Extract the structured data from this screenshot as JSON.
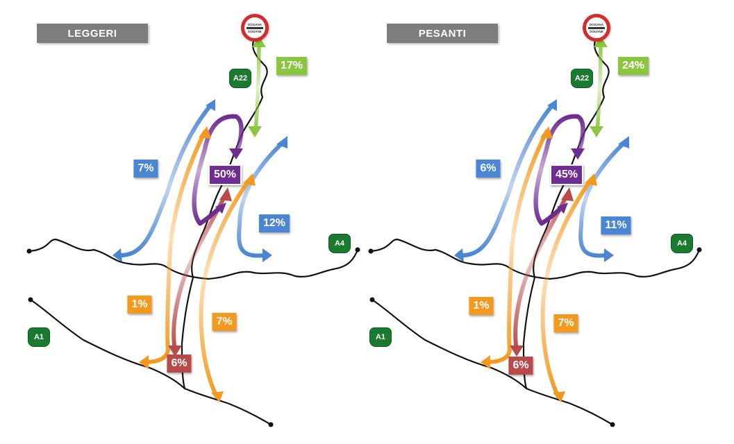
{
  "colors": {
    "blue": "#4a86d4",
    "orange": "#f39a1e",
    "red": "#b84a4a",
    "purple": "#6f2c91",
    "green": "#8cc63f",
    "road": "#111111",
    "shield": "#1a7b30",
    "label_bg": "#7d7d7d"
  },
  "icons": {
    "customs": "dogana-customs-sign-icon",
    "motorway": "motorway-shield-icon"
  },
  "panels": [
    {
      "title": "LEGGERI",
      "customs": {
        "top": "DOGANA",
        "bottom": "DOUANE"
      },
      "shields": {
        "a22": "A22",
        "a4": "A4",
        "a1": "A1"
      },
      "flows": {
        "customs": "17%",
        "local": "50%",
        "north_west": "7%",
        "north_east": "12%",
        "west": "1%",
        "south": "7%",
        "south_internal": "6%"
      }
    },
    {
      "title": "PESANTI",
      "customs": {
        "top": "DOGANA",
        "bottom": "DOUANE"
      },
      "shields": {
        "a22": "A22",
        "a4": "A4",
        "a1": "A1"
      },
      "flows": {
        "customs": "24%",
        "local": "45%",
        "north_west": "6%",
        "north_east": "11%",
        "west": "1%",
        "south": "7%",
        "south_internal": "6%"
      }
    }
  ]
}
